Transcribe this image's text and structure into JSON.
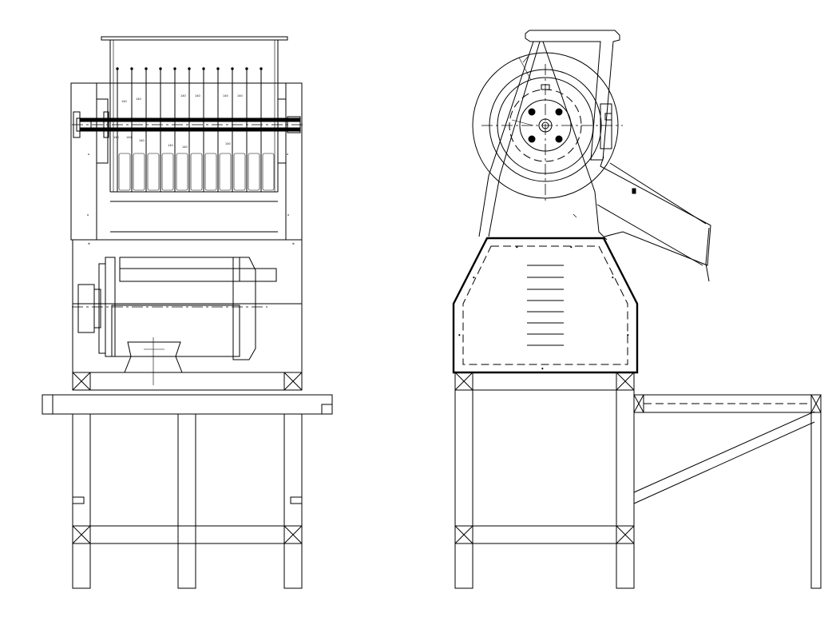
{
  "drawing": {
    "front_view_label": "",
    "side_view_label": "",
    "dimension_marks": [
      "140",
      "140",
      "140",
      "140",
      "140",
      "140",
      "140",
      "140",
      "140",
      "140",
      "140",
      "140"
    ]
  }
}
